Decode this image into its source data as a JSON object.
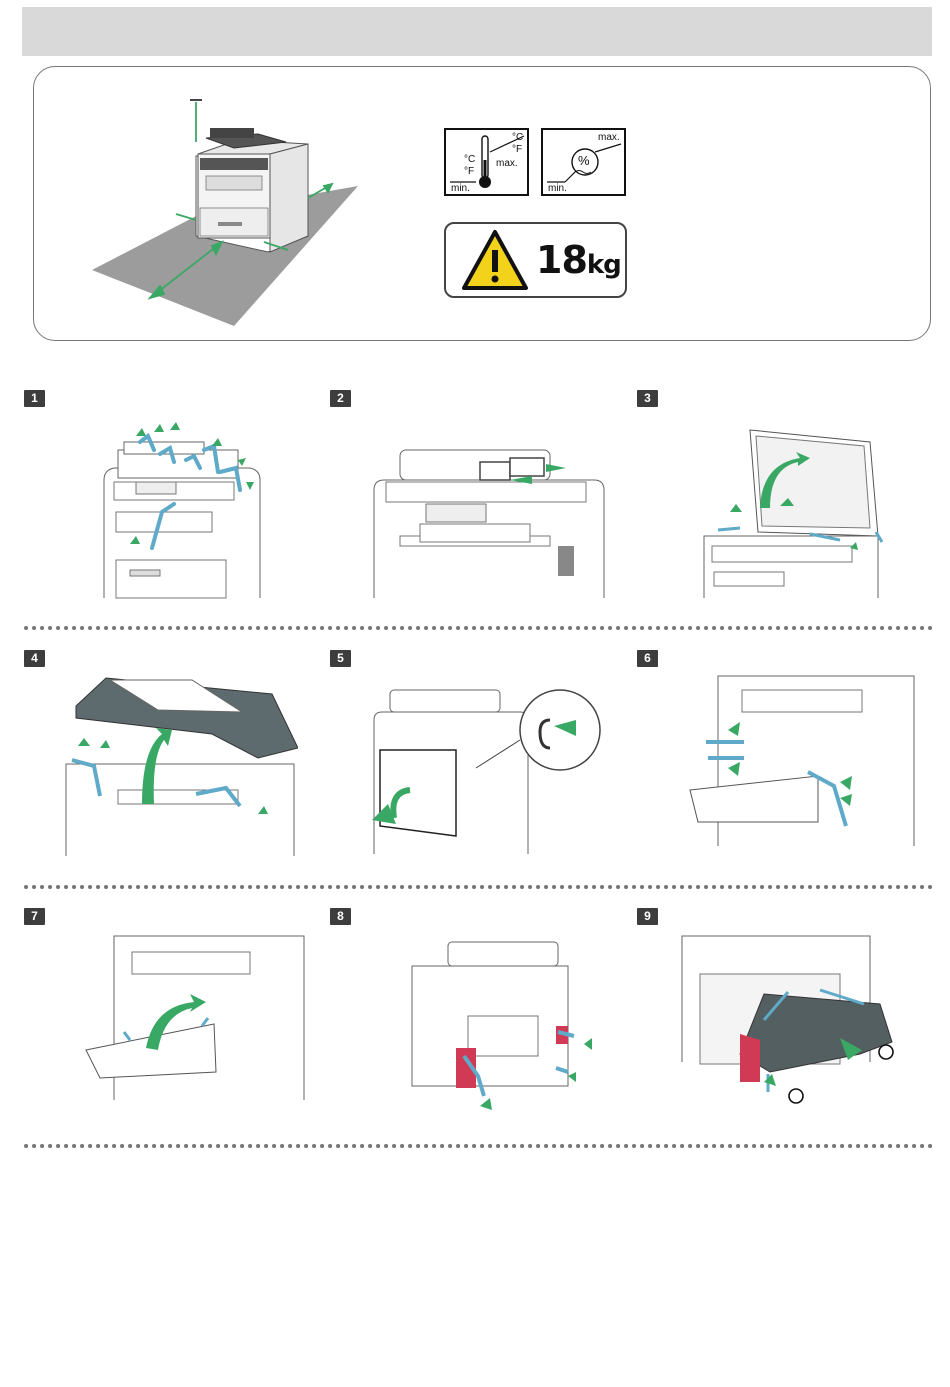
{
  "environment": {
    "temperature": {
      "celsius": "°C",
      "fahrenheit": "°F",
      "celsius_right": "°C",
      "fahrenheit_right": "°F",
      "min": "min.",
      "max": "max."
    },
    "humidity": {
      "percent": "%",
      "min": "min.",
      "max": "max."
    },
    "weight": {
      "value": "18",
      "unit": "kg"
    }
  },
  "steps": [
    {
      "number": "1"
    },
    {
      "number": "2"
    },
    {
      "number": "3"
    },
    {
      "number": "4"
    },
    {
      "number": "5"
    },
    {
      "number": "6"
    },
    {
      "number": "7"
    },
    {
      "number": "8"
    },
    {
      "number": "9"
    }
  ],
  "colors": {
    "tape": "#5fa9c9",
    "arrow": "#3aa865",
    "floor": "#9c9c9c",
    "badge": "#3d3d3d",
    "header": "#d9d9d9",
    "accent_red": "#d13a54"
  }
}
